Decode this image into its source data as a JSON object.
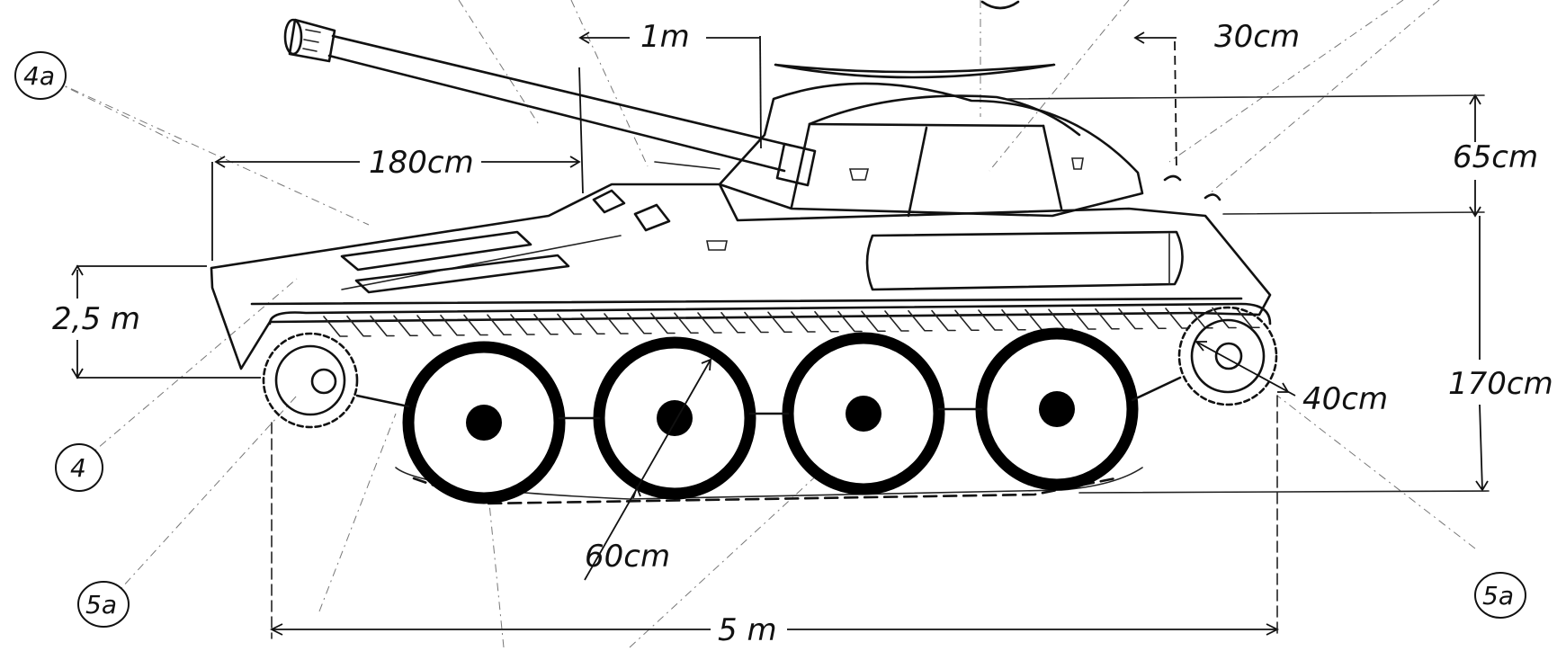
{
  "dimensions": {
    "turret_length": "1m",
    "antenna_offset": "30cm",
    "hull_front": "180cm",
    "turret_height": "65cm",
    "front_height": "2,5 m",
    "hull_height": "170cm",
    "idler_wheel": "40cm",
    "road_wheel": "60cm",
    "total_length": "5 m"
  },
  "callouts": {
    "top_left": "4a",
    "bottom_left": "4",
    "sprocket_left": "5a",
    "sprocket_right": "5a"
  }
}
